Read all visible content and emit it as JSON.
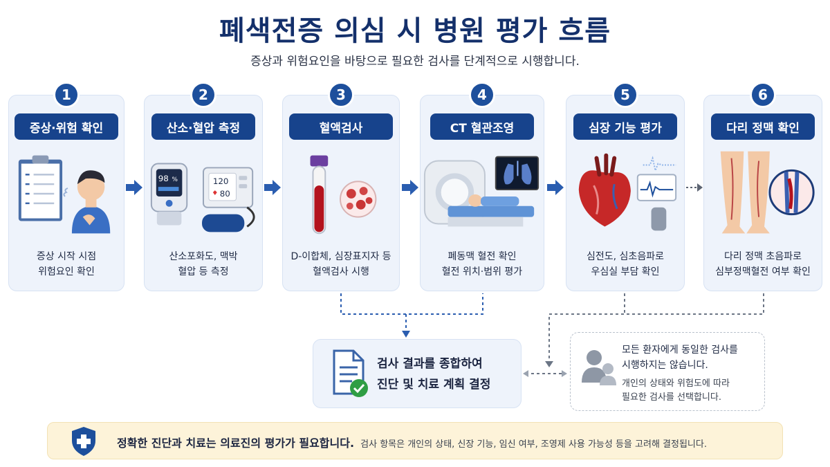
{
  "title": "폐색전증 의심 시 병원 평가 흐름",
  "subtitle": "증상과 위험요인을 바탕으로 필요한 검사를 단계적으로 시행합니다.",
  "steps": [
    {
      "number": "1",
      "label": "증상·위험 확인",
      "lines": [
        "증상 시작 시점",
        "위험요인 확인"
      ],
      "icon": "clipboard-patient-icon"
    },
    {
      "number": "2",
      "label": "산소·혈압 측정",
      "lines": [
        "산소포화도, 맥박",
        "혈압 등 측정"
      ],
      "icon": "oximeter-bp-monitor-icon",
      "oximeter": {
        "spo2": "98",
        "unit": "%"
      },
      "bp": {
        "sys": "120",
        "dia": "80"
      }
    },
    {
      "number": "3",
      "label": "혈액검사",
      "lines": [
        "D-이합체, 심장표지자 등",
        "혈액검사 시행"
      ],
      "icon": "blood-tube-icon"
    },
    {
      "number": "4",
      "label": "CT 혈관조영",
      "lines": [
        "폐동맥 혈전 확인",
        "혈전 위치·범위 평가"
      ],
      "icon": "ct-scanner-icon"
    },
    {
      "number": "5",
      "label": "심장 기능 평가",
      "lines": [
        "심전도, 심초음파로",
        "우심실 부담 확인"
      ],
      "icon": "heart-ecg-icon"
    },
    {
      "number": "6",
      "label": "다리 정맥 확인",
      "lines": [
        "다리 정맥 초음파로",
        "심부정맥혈전 여부 확인"
      ],
      "icon": "leg-vein-icon"
    }
  ],
  "result": {
    "lines": [
      "검사 결과를 종합하여",
      "진단 및 치료 계획 결정"
    ],
    "icon": "document-check-icon"
  },
  "note": {
    "main": [
      "모든 환자에게 동일한 검사를",
      "시행하지는 않습니다."
    ],
    "sub": [
      "개인의 상태와 위험도에 따라",
      "필요한 검사를 선택합니다."
    ],
    "icon": "person-group-icon"
  },
  "banner": {
    "main": "정확한 진단과 치료는 의료진의 평가가 필요합니다.",
    "sub": "검사 항목은 개인의 상태, 신장 기능, 임신 여부, 조영제 사용 가능성 등을 고려해 결정됩니다.",
    "icon": "shield-cross-icon"
  },
  "colors": {
    "primary": "#17438c",
    "card": "#eef3fb",
    "banner": "#fdf3d9",
    "accent_red": "#c62828"
  }
}
